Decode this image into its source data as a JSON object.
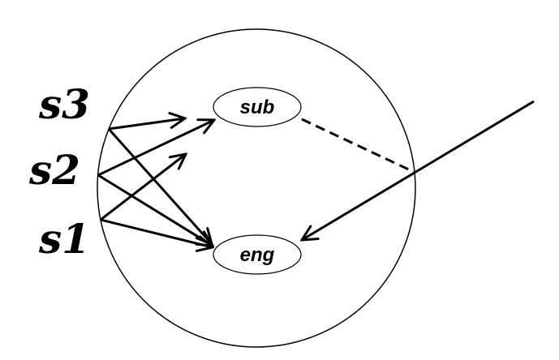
{
  "labels": {
    "s3": "s3",
    "s2": "s2",
    "s1": "s1"
  },
  "nodes": {
    "sub": "sub",
    "eng": "eng"
  }
}
